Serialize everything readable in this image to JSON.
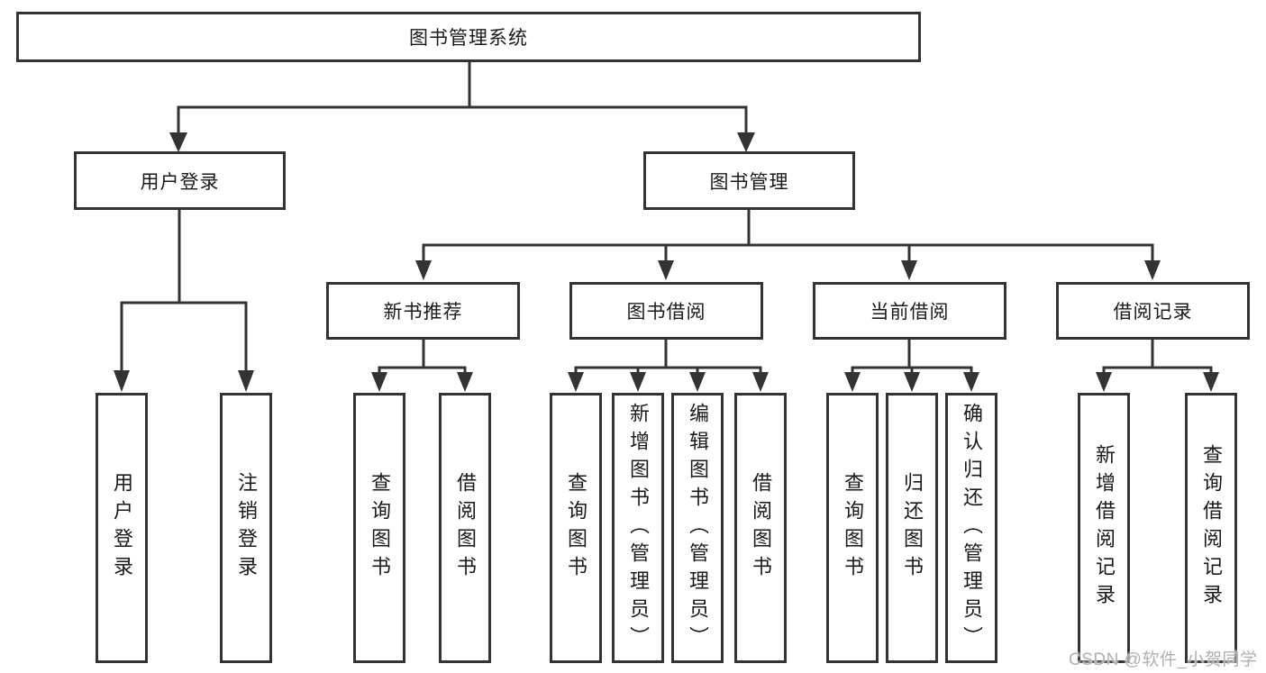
{
  "colors": {
    "line": "#333333",
    "text": "#1a1a1a",
    "watermark": "#b0b0b0",
    "background": "#ffffff"
  },
  "watermark": "CSDN @软件_小贺同学",
  "tree": {
    "root": "图书管理系统",
    "branches": [
      {
        "label": "用户登录",
        "leaves": [
          "用户登录",
          "注销登录"
        ]
      },
      {
        "label": "图书管理",
        "modules": [
          {
            "label": "新书推荐",
            "leaves": [
              "查询图书",
              "借阅图书"
            ]
          },
          {
            "label": "图书借阅",
            "leaves": [
              "查询图书",
              "新增图书（管理员）",
              "编辑图书（管理员）",
              "借阅图书"
            ]
          },
          {
            "label": "当前借阅",
            "leaves": [
              "查询图书",
              "归还图书",
              "确认归还（管理员）"
            ]
          },
          {
            "label": "借阅记录",
            "leaves": [
              "新增借阅记录",
              "查询借阅记录"
            ]
          }
        ]
      }
    ]
  }
}
